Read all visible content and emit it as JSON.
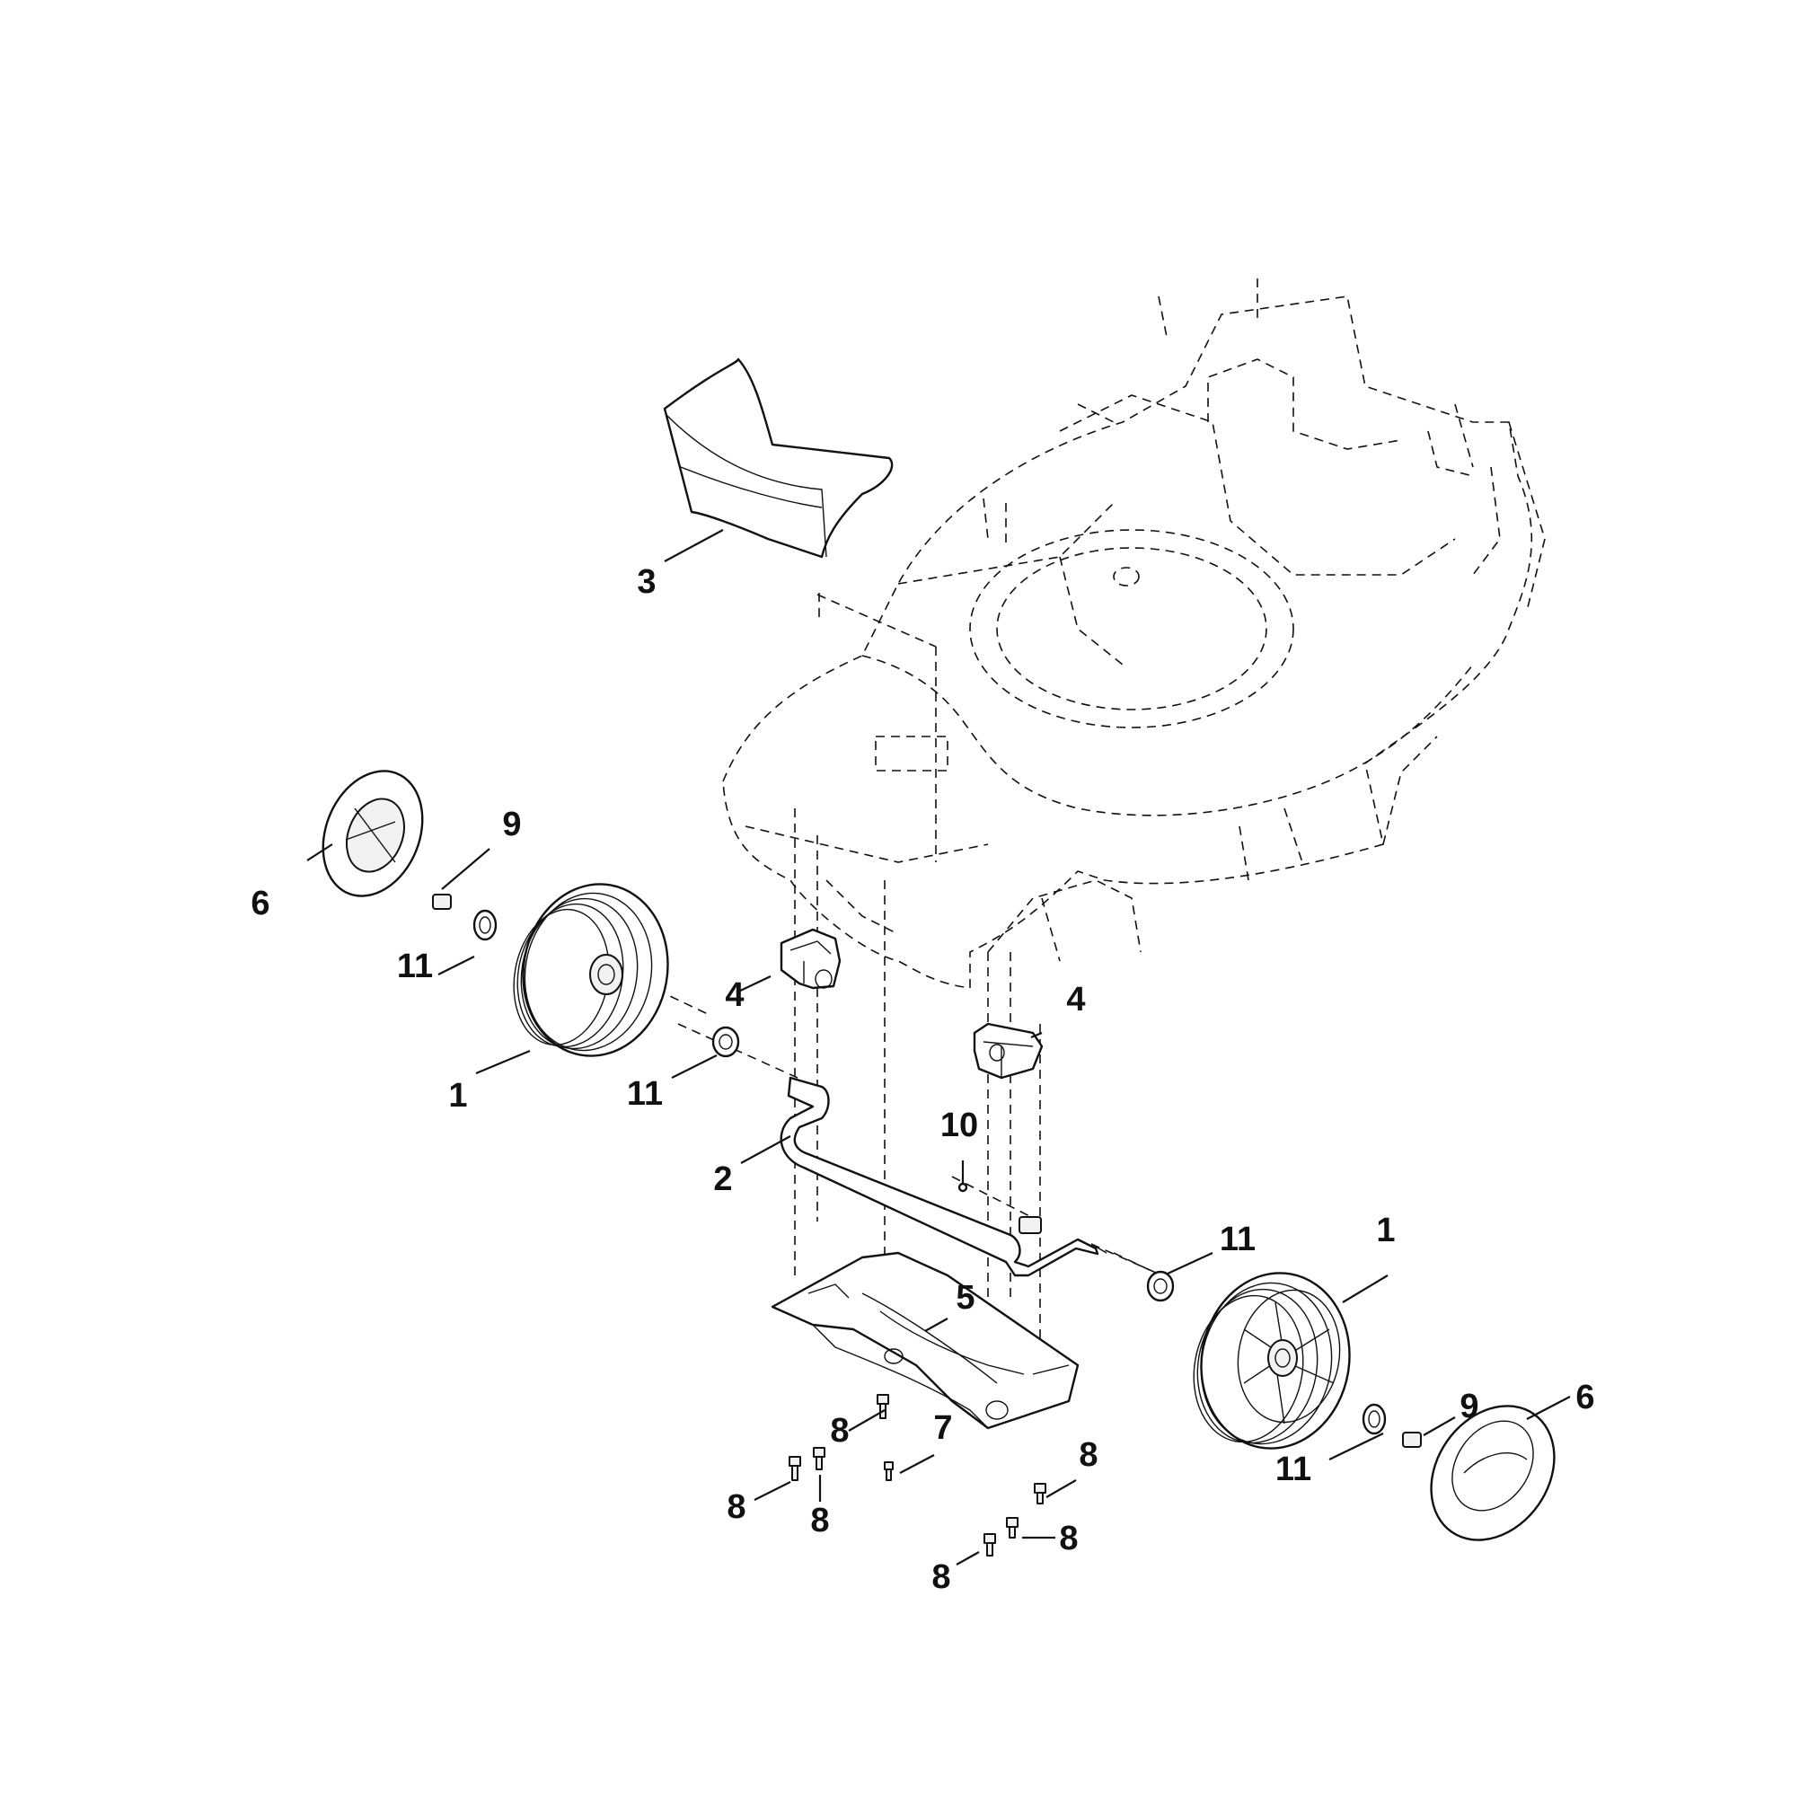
{
  "labels": {
    "wheel_left": "1",
    "wheel_right": "1",
    "axle": "2",
    "rear_flap": "3",
    "bracket_left": "4",
    "bracket_right": "4",
    "cover_plate": "5",
    "hub_cap_left": "6",
    "hub_cap_right": "6",
    "screw_7": "7",
    "screw_a": "8",
    "screw_b": "8",
    "screw_c": "8",
    "screw_d": "8",
    "screw_e": "8",
    "screw_f": "8",
    "nut_left": "9",
    "nut_right": "9",
    "pin": "10",
    "bearing_left_outer": "11",
    "bearing_left_inner": "11",
    "bearing_right_inner": "11",
    "bearing_right_outer": "11"
  }
}
